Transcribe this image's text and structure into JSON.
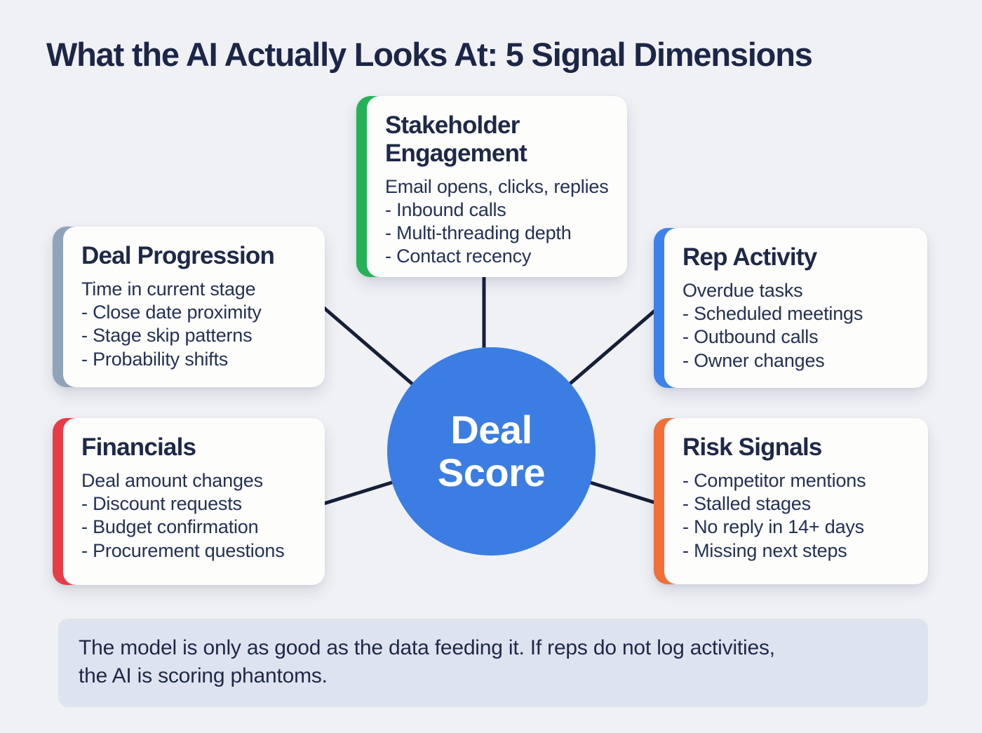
{
  "title": "What the AI Actually Looks At: 5 Signal Dimensions",
  "center": {
    "line1": "Deal",
    "line2": "Score",
    "color": "#3b7de2"
  },
  "colors": {
    "background": "#eff1f5",
    "connector": "#171f38",
    "note_bg": "#dde4ef",
    "card_bg": "#fdfdfc"
  },
  "cards": [
    {
      "id": "stakeholder-engagement",
      "title": "Stakeholder Engagement",
      "accent": "#25b257",
      "items": [
        "Email opens, clicks, replies",
        "- Inbound calls",
        "- Multi-threading depth",
        "- Contact recency"
      ]
    },
    {
      "id": "deal-progression",
      "title": "Deal Progression",
      "accent": "#8fa3b9",
      "items": [
        "Time in current stage",
        "- Close date proximity",
        "- Stage skip patterns",
        "- Probability shifts"
      ]
    },
    {
      "id": "rep-activity",
      "title": "Rep Activity",
      "accent": "#3d82ea",
      "items": [
        "Overdue tasks",
        "- Scheduled meetings",
        "- Outbound calls",
        "- Owner changes"
      ]
    },
    {
      "id": "financials",
      "title": "Financials",
      "accent": "#e73c46",
      "items": [
        "Deal amount changes",
        "- Discount requests",
        "- Budget confirmation",
        "- Procurement questions"
      ]
    },
    {
      "id": "risk-signals",
      "title": "Risk Signals",
      "accent": "#f17039",
      "items": [
        "- Competitor mentions",
        "- Stalled stages",
        "- No reply in 14+ days",
        "- Missing next steps"
      ]
    }
  ],
  "note": "The model is only as good as the data feeding it. If reps do not log activities,\nthe AI is scoring phantoms."
}
